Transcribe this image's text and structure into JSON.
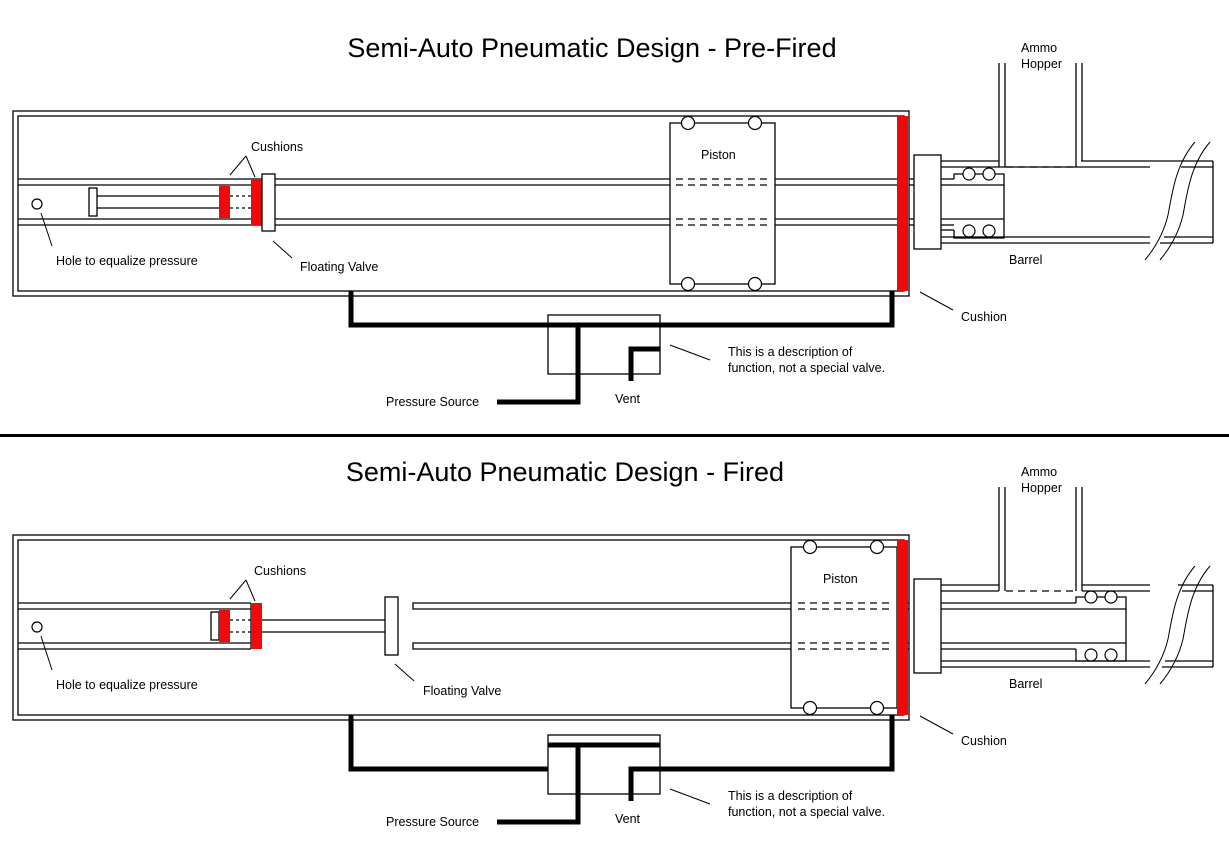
{
  "colors": {
    "cushion": "#ee0a0a",
    "line": "#000000",
    "background": "#ffffff"
  },
  "panels": [
    {
      "state": "pre-fired",
      "title": "Semi-Auto Pneumatic Design - Pre-Fired",
      "labels": {
        "cushions": "Cushions",
        "hole": "Hole to equalize pressure",
        "floating_valve": "Floating Valve",
        "piston": "Piston",
        "ammo_hopper_line1": "Ammo",
        "ammo_hopper_line2": "Hopper",
        "barrel": "Barrel",
        "cushion": "Cushion",
        "pressure_source": "Pressure Source",
        "vent": "Vent",
        "note_line1": "This is a description of",
        "note_line2": "function, not a special valve."
      }
    },
    {
      "state": "fired",
      "title": "Semi-Auto Pneumatic Design - Fired",
      "labels": {
        "cushions": "Cushions",
        "hole": "Hole to equalize pressure",
        "floating_valve": "Floating Valve",
        "piston": "Piston",
        "ammo_hopper_line1": "Ammo",
        "ammo_hopper_line2": "Hopper",
        "barrel": "Barrel",
        "cushion": "Cushion",
        "pressure_source": "Pressure Source",
        "vent": "Vent",
        "note_line1": "This is a description of",
        "note_line2": "function, not a special valve."
      }
    }
  ]
}
